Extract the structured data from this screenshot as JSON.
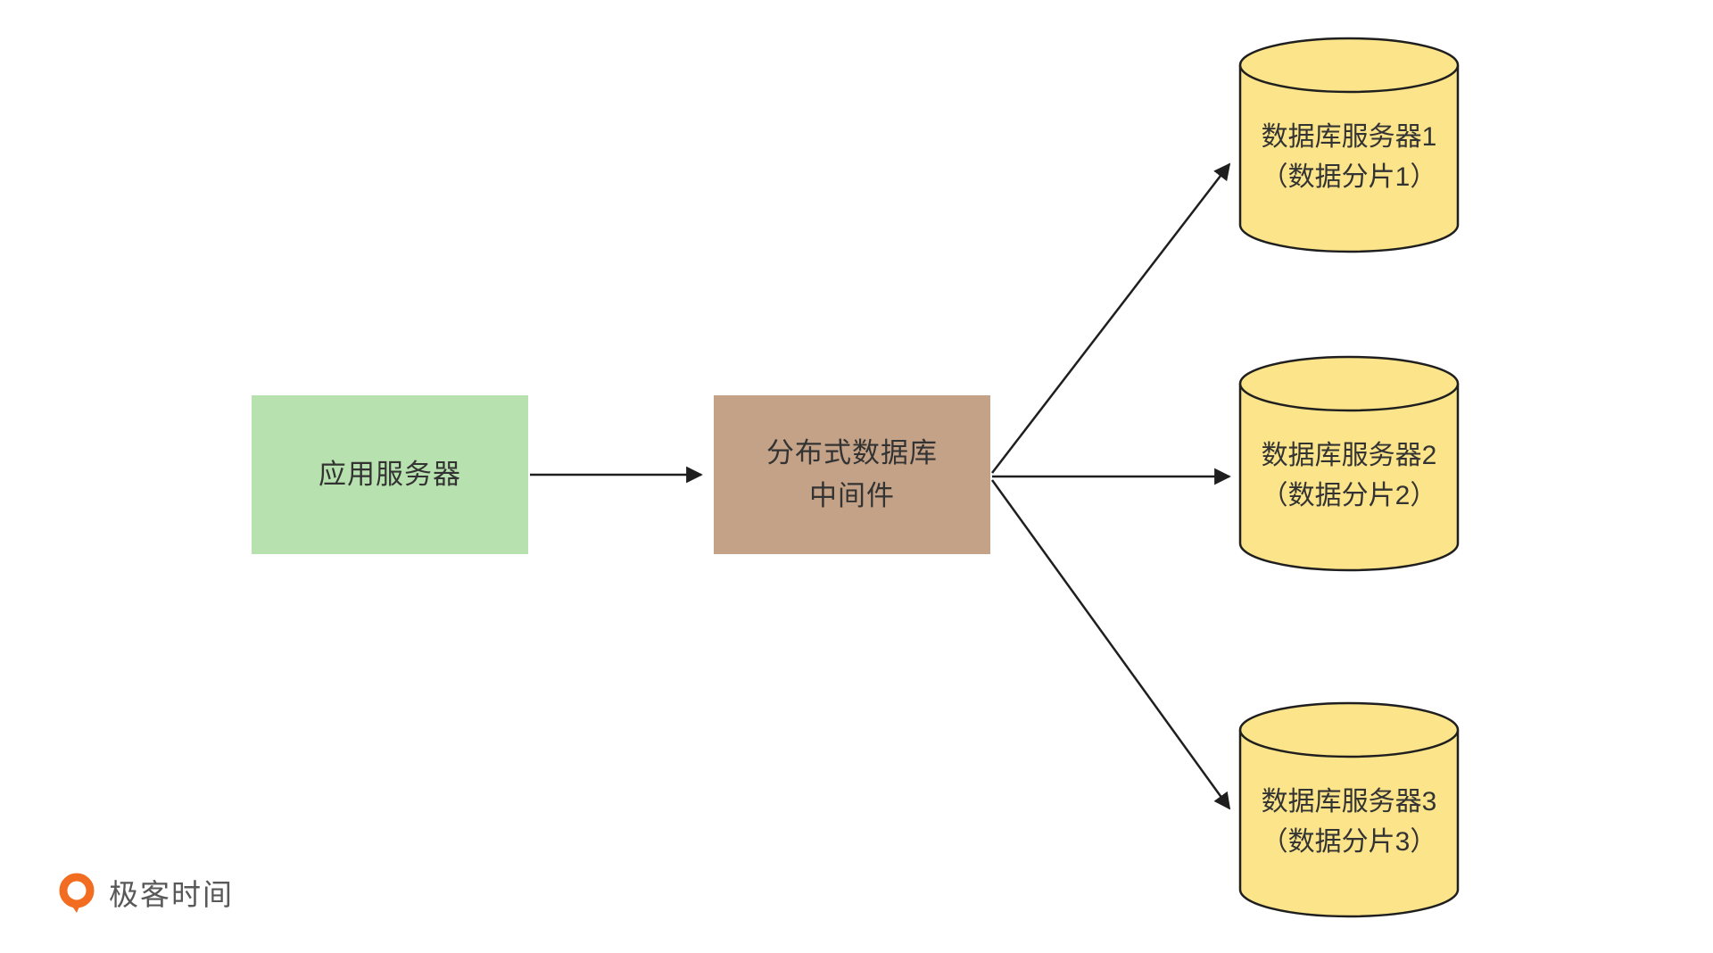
{
  "diagram": {
    "app_server": {
      "label": "应用服务器"
    },
    "middleware": {
      "line1": "分布式数据库",
      "line2": "中间件"
    },
    "databases": [
      {
        "line1": "数据库服务器1",
        "line2": "（数据分片1）"
      },
      {
        "line1": "数据库服务器2",
        "line2": "（数据分片2）"
      },
      {
        "line1": "数据库服务器3",
        "line2": "（数据分片3）"
      }
    ],
    "colors": {
      "app_server_fill": "#b7e1ae",
      "middleware_fill": "#c4a287",
      "database_fill": "#fbe489",
      "stroke": "#1f1f1f",
      "text": "#333333"
    }
  },
  "footer": {
    "logo_text": "极客时间",
    "logo_color": "#f26c21"
  }
}
